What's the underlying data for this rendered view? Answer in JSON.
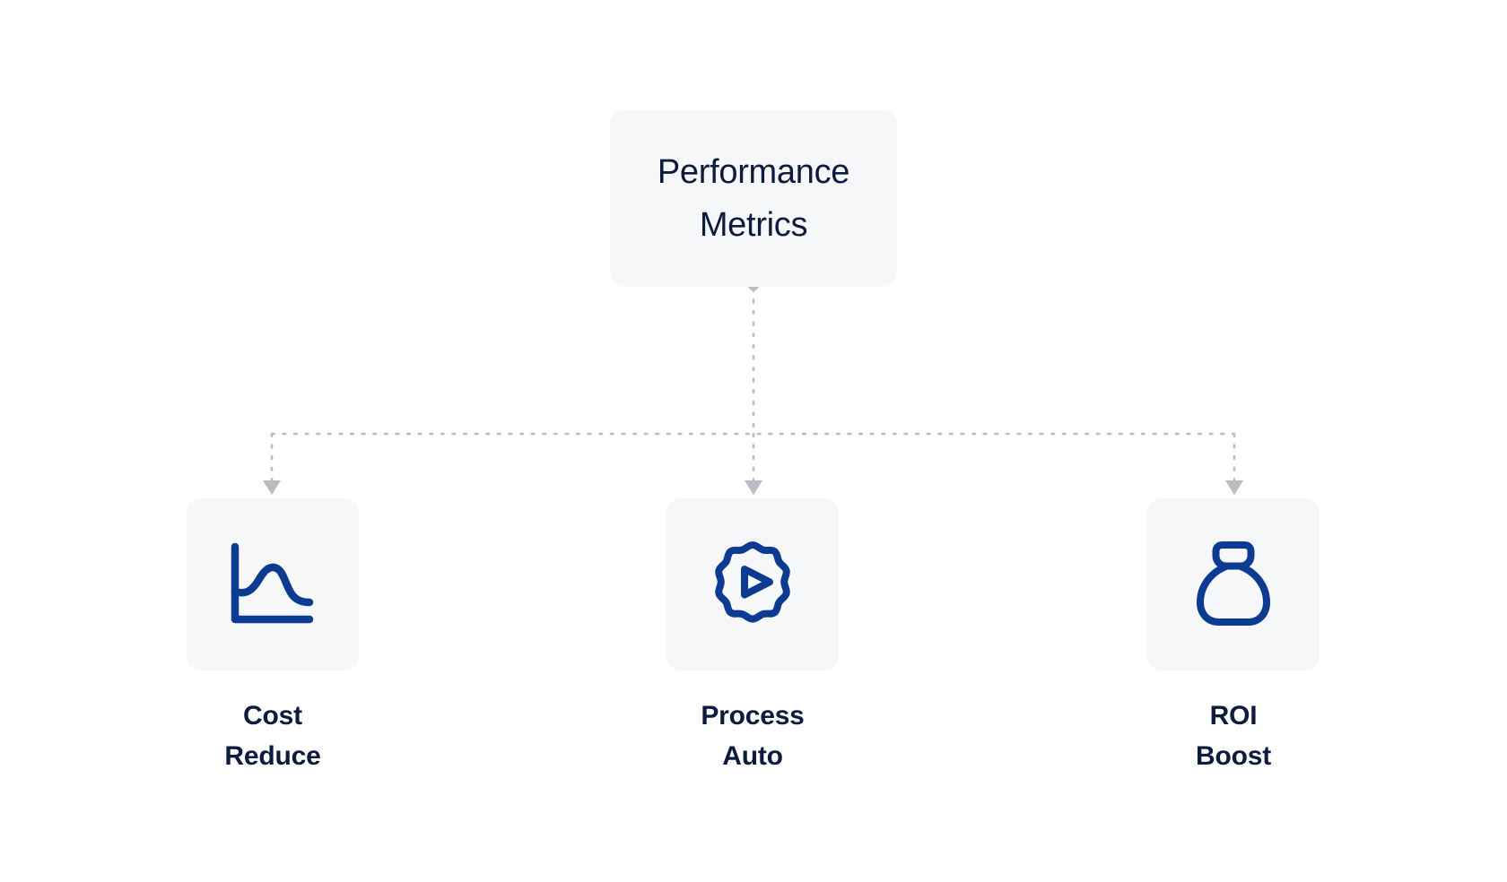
{
  "diagram": {
    "type": "tree",
    "orientation": "top-down",
    "root": {
      "label": "Performance\nMetrics",
      "line1": "Performance",
      "line2": "Metrics"
    },
    "children": [
      {
        "id": "cost-reduce",
        "label": "Cost\nReduce",
        "line1": "Cost",
        "line2": "Reduce",
        "icon": "declining-chart-icon"
      },
      {
        "id": "process-auto",
        "label": "Process\nAuto",
        "line1": "Process",
        "line2": "Auto",
        "icon": "gear-play-icon"
      },
      {
        "id": "roi-boost",
        "label": "ROI\nBoost",
        "line1": "ROI",
        "line2": "Boost",
        "icon": "money-bag-icon"
      }
    ],
    "connector": {
      "style": "dotted",
      "color": "#b9bcc2",
      "arrowhead": "triangle-down",
      "source_dot": "connector-origin-dot"
    },
    "colors": {
      "background": "#ffffff",
      "card_background": "#f6f7f8",
      "text": "#0d1b3e",
      "icon": "#0b3c91",
      "connector": "#b9bcc2"
    }
  }
}
